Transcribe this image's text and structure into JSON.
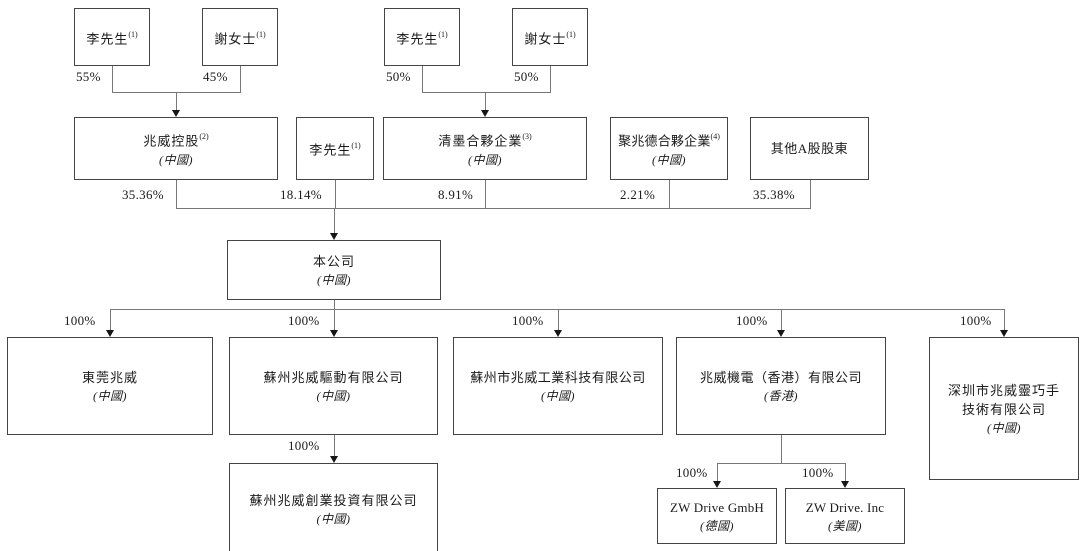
{
  "diagram": {
    "type": "shareholding-structure-chart",
    "colors": {
      "background": "#ffffff",
      "box_border": "#454545",
      "line": "#787878",
      "arrow": "#161616",
      "text": "#1a1a1a"
    },
    "nodes": {
      "owner1a": {
        "name": "李先生",
        "sup": "(1)"
      },
      "owner1b": {
        "name": "謝女士",
        "sup": "(1)"
      },
      "owner2a": {
        "name": "李先生",
        "sup": "(1)"
      },
      "owner2b": {
        "name": "謝女士",
        "sup": "(1)"
      },
      "holding": {
        "name": "兆威控股",
        "sup": "(2)",
        "country": "(中國)"
      },
      "mr_li": {
        "name": "李先生",
        "sup": "(1)"
      },
      "qingmo": {
        "name": "清墨合夥企業",
        "sup": "(3)",
        "country": "(中國)"
      },
      "juzhaode": {
        "name": "聚兆德合夥企業",
        "sup": "(4)",
        "country": "(中國)"
      },
      "other_a": {
        "name": "其他A股股東"
      },
      "company": {
        "name": "本公司",
        "country": "(中國)"
      },
      "dongguan": {
        "name": "東莞兆威",
        "country": "(中國)"
      },
      "suzhou_drive": {
        "name": "蘇州兆威驅動有限公司",
        "country": "(中國)"
      },
      "suzhou_tech": {
        "name": "蘇州市兆威工業科技有限公司",
        "country": "(中國)"
      },
      "hk": {
        "name": "兆威機電（香港）有限公司",
        "country": "(香港)"
      },
      "shenzhen": {
        "name": "深圳市兆威靈巧手",
        "name2": "技術有限公司",
        "country": "(中國)"
      },
      "suzhou_invest": {
        "name": "蘇州兆威創業投資有限公司",
        "country": "(中國)"
      },
      "zw_gmbh": {
        "name": "ZW Drive GmbH",
        "country": "(德國)"
      },
      "zw_inc": {
        "name": "ZW Drive. Inc",
        "country": "(美國)"
      }
    },
    "ownership": {
      "li_to_holding": "55%",
      "xie_to_holding": "45%",
      "li_to_qingmo": "50%",
      "xie_to_qingmo": "50%",
      "holding_to_company": "35.36%",
      "li_to_company": "18.14%",
      "qingmo_to_company": "8.91%",
      "juzhaode_to_company": "2.21%",
      "other_to_company": "35.38%",
      "company_to_dongguan": "100%",
      "company_to_suzhou_drive": "100%",
      "company_to_suzhou_tech": "100%",
      "company_to_hk": "100%",
      "company_to_shenzhen": "100%",
      "drive_to_invest": "100%",
      "hk_to_gmbh": "100%",
      "hk_to_inc": "100%"
    }
  }
}
